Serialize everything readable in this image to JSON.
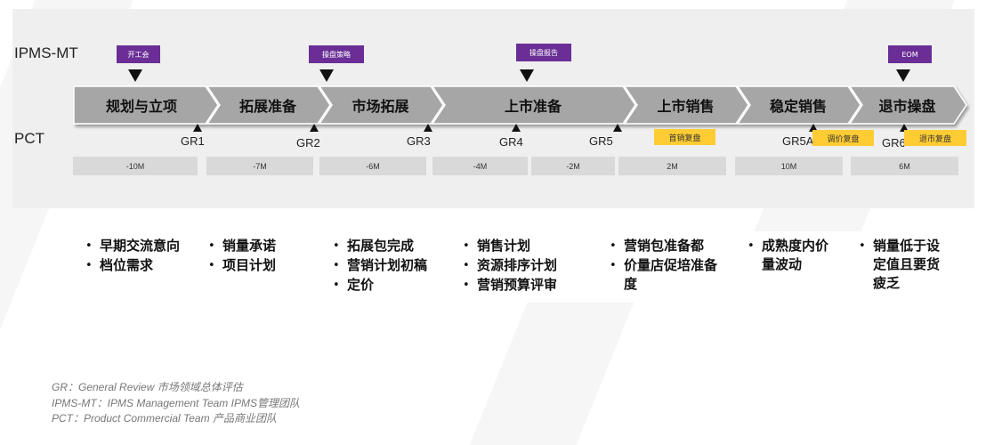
{
  "rows": {
    "top_label": "IPMS-MT",
    "bottom_label": "PCT"
  },
  "meetings": [
    {
      "label": "开工会"
    },
    {
      "label": "操盘策略"
    },
    {
      "label": "操盘报告"
    },
    {
      "label": "EOM"
    }
  ],
  "phases": [
    {
      "label": "规划与立项"
    },
    {
      "label": "拓展准备"
    },
    {
      "label": "市场拓展"
    },
    {
      "label": "上市准备"
    },
    {
      "label": "上市销售"
    },
    {
      "label": "稳定销售"
    },
    {
      "label": "退市操盘"
    }
  ],
  "gates": [
    "GR1",
    "GR2",
    "GR3",
    "GR4",
    "GR5",
    "GR5A",
    "GR6"
  ],
  "reviews": [
    {
      "label": "首销复盘"
    },
    {
      "label": "调价复盘"
    },
    {
      "label": "退市复盘"
    }
  ],
  "durations": [
    "-10M",
    "-7M",
    "-6M",
    "-4M",
    "-2M",
    "2M",
    "10M",
    "6M"
  ],
  "activities": [
    {
      "items": [
        "早期交流意向",
        "档位需求"
      ]
    },
    {
      "items": [
        "销量承诺",
        "项目计划"
      ]
    },
    {
      "items": [
        "拓展包完成",
        "营销计划初稿",
        "定价"
      ]
    },
    {
      "items": [
        "销售计划",
        "资源排序计划",
        "营销预算评审"
      ]
    },
    {
      "items": [
        "营销包准备都",
        "价量店促培准备度"
      ]
    },
    {
      "items": [
        "成熟度内价量波动"
      ]
    },
    {
      "items": [
        "销量低于设定值且要货疲乏"
      ]
    }
  ],
  "footnotes": [
    "GR：General Review 市场领域总体评估",
    "IPMS-MT：IPMS Management Team IPMS管理团队",
    "PCT：Product Commercial Team 产品商业团队"
  ],
  "colors": {
    "meeting_tag": "#6a2e96",
    "review_tag": "#ffcc33",
    "phase_fill": "#a6a6a6",
    "duration_fill": "#d9d9d9",
    "panel": "#efefef"
  }
}
